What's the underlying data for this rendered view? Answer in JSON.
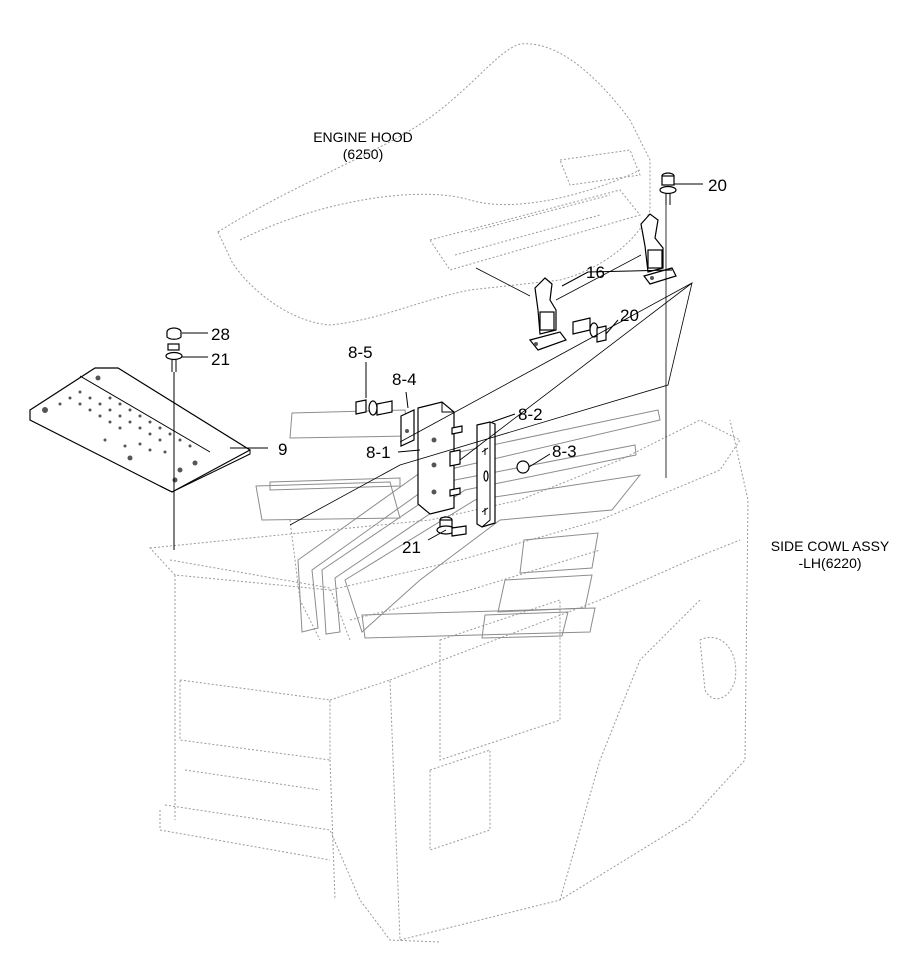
{
  "callouts": {
    "engine_hood_line1": "ENGINE HOOD",
    "engine_hood_line2": "(6250)",
    "side_cowl_line1": "SIDE COWL ASSY",
    "side_cowl_line2": "-LH(6220)"
  },
  "parts": {
    "p28": "28",
    "p21_top": "21",
    "p9": "9",
    "p8_5": "8-5",
    "p8_4": "8-4",
    "p8_1": "8-1",
    "p8_2": "8-2",
    "p8_3": "8-3",
    "p21_bottom": "21",
    "p16": "16",
    "p20_top": "20",
    "p20_mid": "20"
  }
}
